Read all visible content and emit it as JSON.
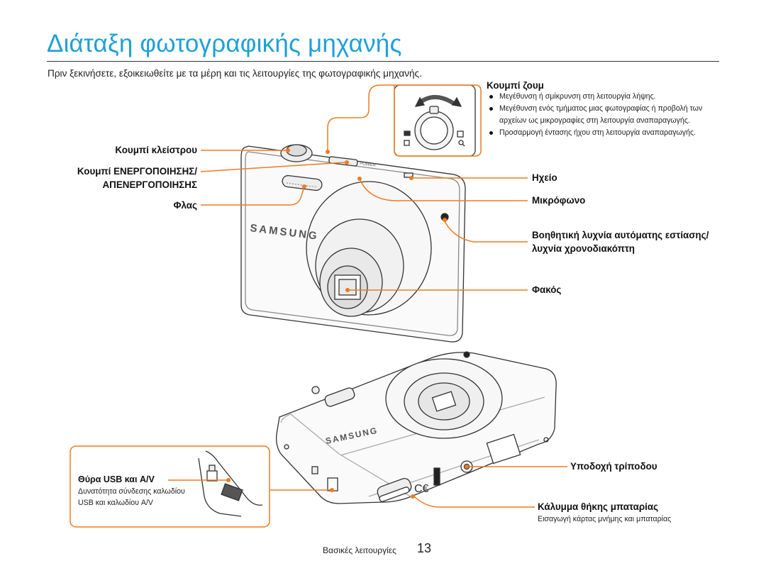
{
  "page": {
    "title": "Διάταξη φωτογραφικής μηχανής",
    "intro": "Πριν ξεκινήσετε, εξοικειωθείτε με τα μέρη και τις λειτουργίες της φωτογραφικής μηχανής."
  },
  "labels": {
    "shutter": "Κουμπί κλείστρου",
    "power_line1": "Κουμπί ΕΝΕΡΓΟΠΟΙΗΣΗΣ/",
    "power_line2": "ΑΠΕΝΕΡΓΟΠΟΙΗΣΗΣ",
    "flash": "Φλας",
    "zoom_title": "Κουμπί ζουμ",
    "zoom_bullets": [
      "Μεγέθυνση ή σμίκρυνση στη λειτουργία λήψης.",
      "Μεγέθυνση ενός τμήματος μιας φωτογραφίας ή προβολή των αρχείων ως μικρογραφίες στη λειτουργία αναπαραγωγής.",
      "Προσαρμογή έντασης ήχου στη λειτουργία αναπαραγωγής."
    ],
    "speaker": "Ηχείο",
    "microphone": "Μικρόφωνο",
    "af_lamp_line1": "Βοηθητική λυχνία αυτόματης εστίασης/",
    "af_lamp_line2": "λυχνία χρονοδιακόπτη",
    "lens": "Φακός",
    "usb_title": "Θύρα USB και A/V",
    "usb_desc_line1": "Δυνατότητα σύνδεσης καλωδίου",
    "usb_desc_line2": "USB και καλωδίου A/V",
    "tripod": "Υποδοχή τρίποδου",
    "battery_title": "Κάλυμμα θήκης μπαταρίας",
    "battery_desc": "Εισαγωγή κάρτας μνήμης και μπαταρίας"
  },
  "camera": {
    "brand": "SAMSUNG",
    "power_marking": "POWER"
  },
  "footer": {
    "section": "Βασικές λειτουργίες",
    "page_number": "13"
  },
  "colors": {
    "title": "#1fa0d8",
    "callout": "#f07a1e",
    "body_outline": "#333333"
  }
}
